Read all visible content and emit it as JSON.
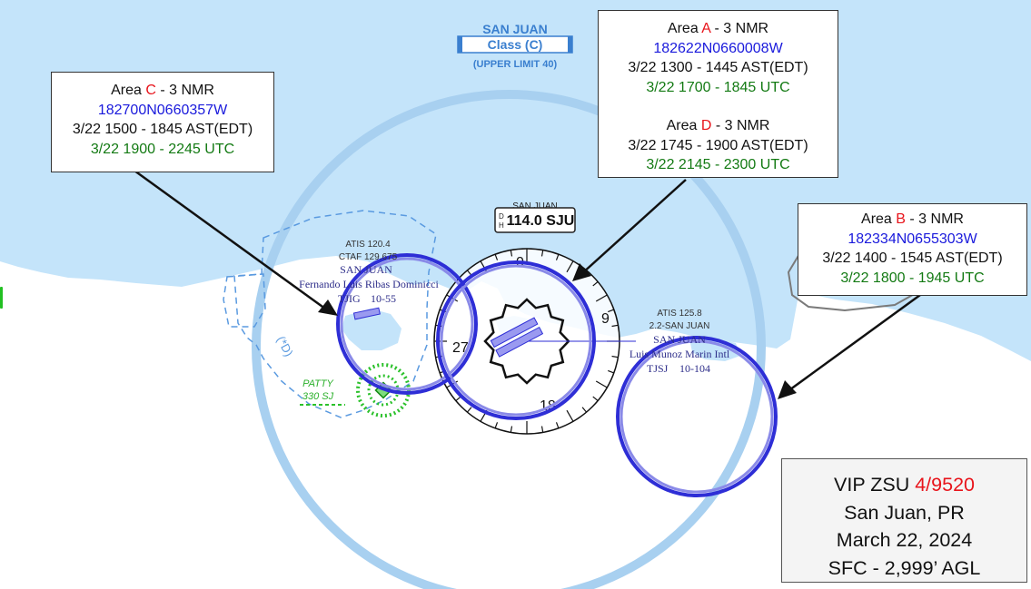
{
  "airspace": {
    "name": "SAN JUAN",
    "class_label": "Class (C)",
    "upper_limit": "(UPPER LIMIT 40)"
  },
  "vortac": {
    "name": "SAN JUAN",
    "freq_ident": "114.0 SJU",
    "compass_labels": [
      "0",
      "9",
      "18",
      "27"
    ]
  },
  "airports": {
    "isla_grande": {
      "atis": "ATIS  120.4",
      "ctaf": "CTAF 129.675",
      "city": "SAN JUAN",
      "name": "Fernando Luis Ribas Dominicci",
      "ident": "TJIG",
      "info": "10-55"
    },
    "sju": {
      "atis": "ATIS  125.8",
      "dme": "2.2-SAN JUAN",
      "city": "SAN JUAN",
      "name": "Luis Munoz Marin Intl",
      "ident": "TJSJ",
      "info": "10-104"
    }
  },
  "fix": {
    "name": "PATTY",
    "radial": "330 SJ"
  },
  "other_labels": {
    "restricted": "(*D)"
  },
  "callouts": {
    "area_c": {
      "prefix": "Area ",
      "letter": "C",
      "suffix": " - 3 NMR",
      "coords": "182700N0660357W",
      "local_time": "3/22 1500 - 1845  AST(EDT)",
      "utc_time": "3/22 1900 - 2245 UTC"
    },
    "area_a": {
      "prefix": "Area ",
      "letter": "A",
      "suffix": " - 3 NMR",
      "coords": "182622N0660008W",
      "local_time": "3/22 1300 - 1445 AST(EDT)",
      "utc_time": "3/22 1700 - 1845 UTC"
    },
    "area_d": {
      "prefix": "Area ",
      "letter": "D",
      "suffix": " - 3 NMR",
      "local_time": "3/22 1745 - 1900  AST(EDT)",
      "utc_time": "3/22 2145 - 2300 UTC"
    },
    "area_b": {
      "prefix": "Area ",
      "letter": "B",
      "suffix": " - 3 NMR",
      "coords": "182334N0655303W",
      "local_time": "3/22 1400 - 1545 AST(EDT)",
      "utc_time": "3/22 1800 - 1945 UTC"
    }
  },
  "vip_summary": {
    "label": "VIP ZSU ",
    "notam": "4/9520",
    "location": "San Juan, PR",
    "date": "March 22, 2024",
    "altitude": "SFC - 2,999’ AGL"
  },
  "colors": {
    "water": "#c4e4fa",
    "land": "#ffffff",
    "class_c_ring": "#a8d0f0",
    "tfr_ring": "#2e2ed6",
    "area_letter": "#e8141b",
    "coords": "#1a1adc",
    "utc": "#137a13"
  }
}
